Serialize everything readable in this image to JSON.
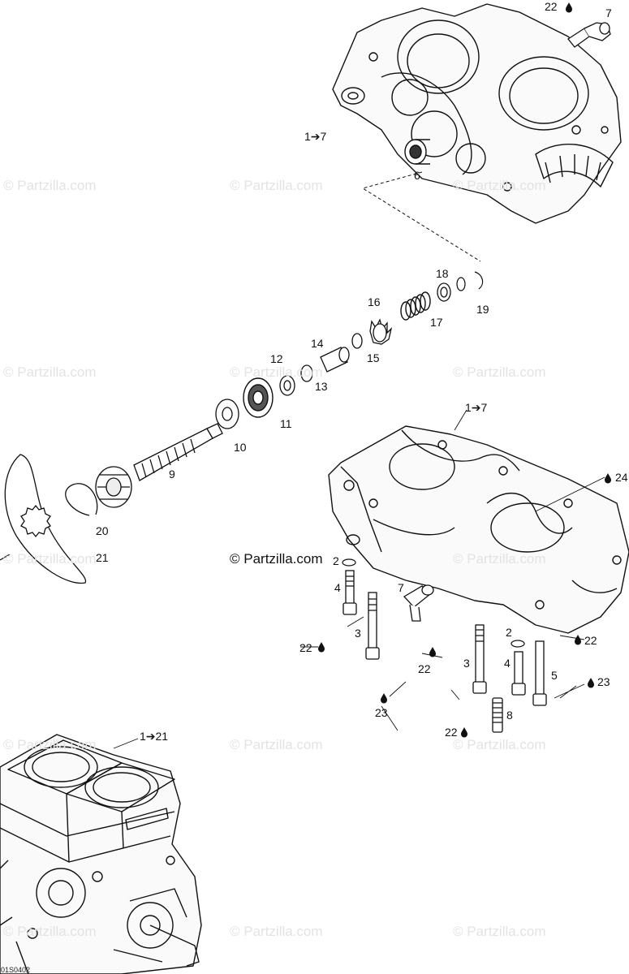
{
  "watermark": {
    "text": "© Partzilla.com",
    "strong_text": "© Partzilla.com"
  },
  "callouts": {
    "c22_top": "22",
    "c7_top": "7",
    "c1to7_top": "1➔7",
    "c6": "6",
    "c18": "18",
    "c19": "19",
    "c16": "16",
    "c17": "17",
    "c14": "14",
    "c15": "15",
    "c12": "12",
    "c13": "13",
    "c11": "11",
    "c10": "10",
    "c9": "9",
    "c20": "20",
    "c21": "21",
    "c1to7_mid": "1➔7",
    "c24": "24",
    "c2_left": "2",
    "c4_left": "4",
    "c7_mid": "7",
    "c3_left": "3",
    "c22_left": "22",
    "c22_mid": "22",
    "c3_mid": "3",
    "c23_left": "23",
    "c2_right": "2",
    "c22_right": "22",
    "c4_right": "4",
    "c5": "5",
    "c23_right": "23",
    "c22_bottom": "22",
    "c8": "8",
    "c1to21": "1➔21"
  },
  "drawing_code": "01S0402"
}
